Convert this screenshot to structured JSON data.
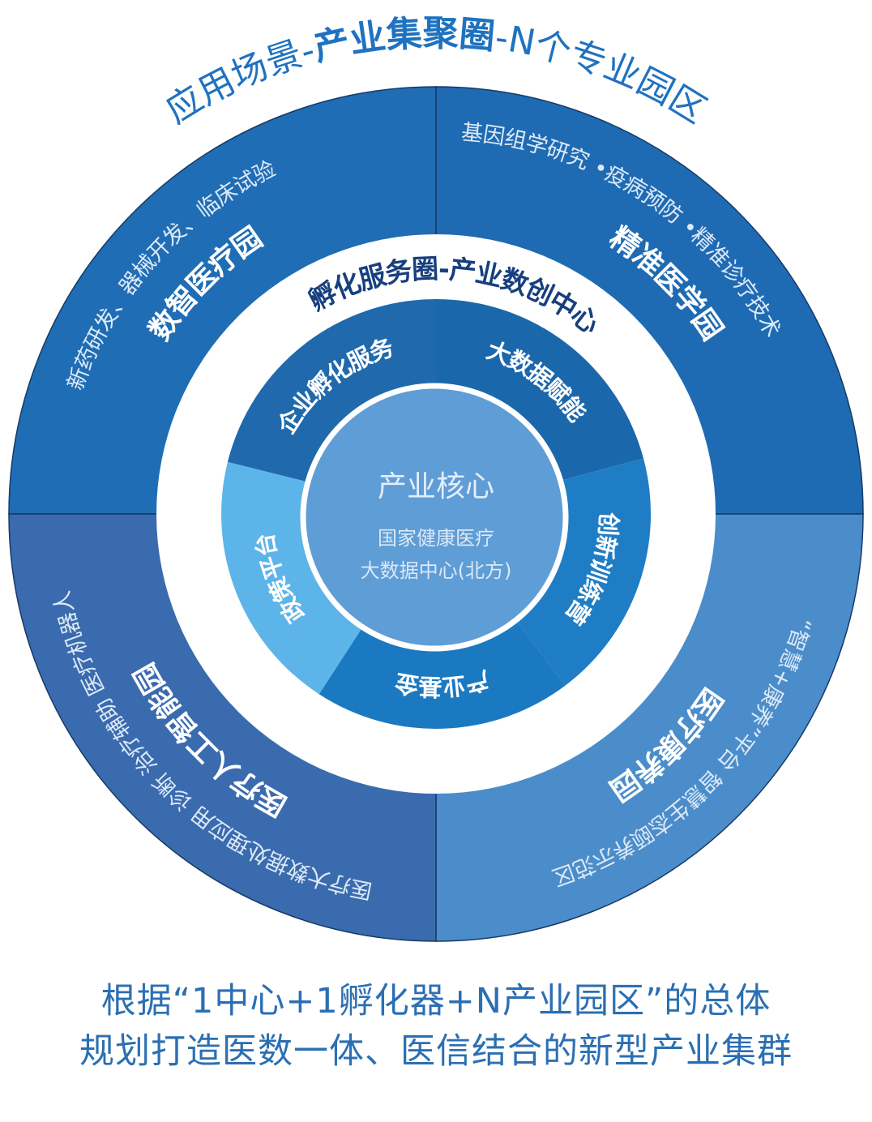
{
  "title": {
    "prefix": "应用场景-",
    "bold": "产业集聚圈",
    "suffix": "-N个专业园区"
  },
  "quadrants": [
    {
      "name": "数智医疗园",
      "sub": "新药研发、器械开发、临床试验",
      "color": "#1f6db5"
    },
    {
      "name": "精准医学园",
      "sub": "基因组学研究 •疫病预防 •精准诊疗技术",
      "color": "#1e6bb3"
    },
    {
      "name": "医疗康养园",
      "sub": "“智慧+康养”平台 智慧生态颐养示范区",
      "color": "#4b8dca"
    },
    {
      "name": "医疗人工智能园",
      "sub": "医疗大数据处理应用 诊断 治疗辅助 医疗机器人",
      "color": "#3a6bae"
    }
  ],
  "ring_title": "孵化服务圈-产业数创中心",
  "segments": [
    {
      "label": "企业孵化服务",
      "color": "#1f69ac"
    },
    {
      "label": "大数据赋能",
      "color": "#1b67ab"
    },
    {
      "label": "创新训练营",
      "color": "#1f7dc5"
    },
    {
      "label": "产业基金",
      "color": "#1b79c2"
    },
    {
      "label": "政策平台",
      "color": "#5db4e8"
    }
  ],
  "core": {
    "title": "产业核心",
    "line1": "国家健康医疗",
    "line2": "大数据中心(北方)",
    "color": "#5f9dd6"
  },
  "caption": {
    "line1": "根据“1中心+1孵化器+N产业园区”的总体",
    "line2": "规划打造医数一体、医信结合的新型产业集群"
  }
}
